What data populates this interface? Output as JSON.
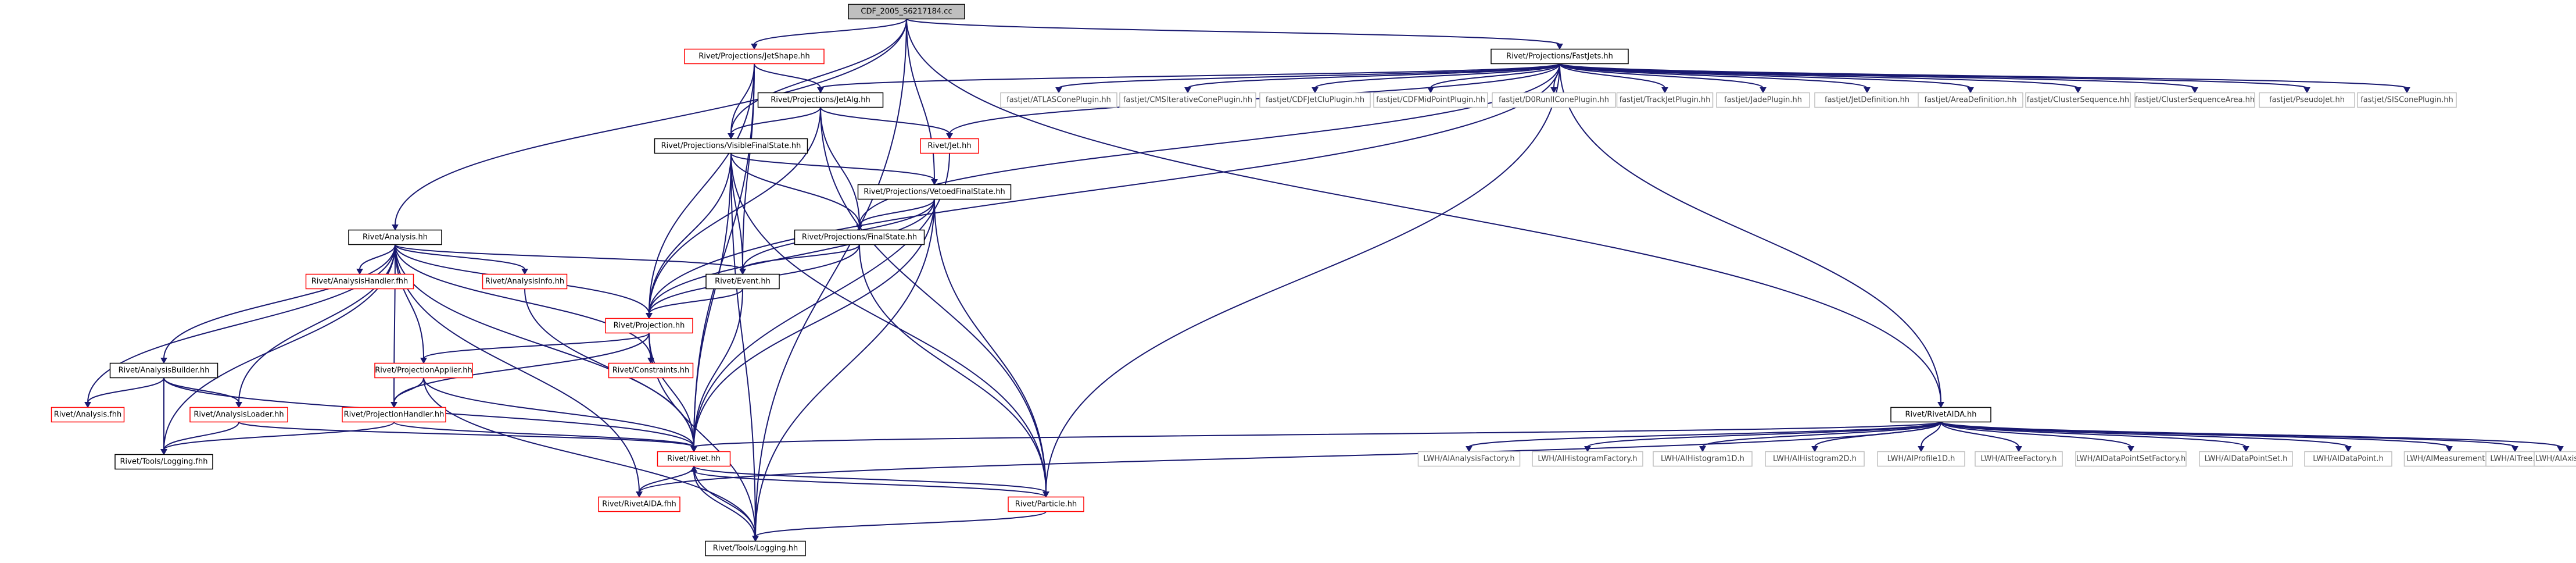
{
  "colors": {
    "edge": "#191970",
    "node_border_normal": "#000000",
    "node_border_red": "#ff0000",
    "node_border_grey": "#bfbfbf",
    "node_fill_root": "#bfbfbf",
    "node_fill": "#ffffff",
    "text_normal": "#000000",
    "text_grey": "#444444"
  },
  "nodes": [
    {
      "id": "root",
      "label": "CDF_2005_S6217184.cc",
      "style": "root"
    },
    {
      "id": "jetshape",
      "label": "Rivet/Projections/JetShape.hh",
      "style": "red"
    },
    {
      "id": "fastjets",
      "label": "Rivet/Projections/FastJets.hh",
      "style": "normal"
    },
    {
      "id": "jetalg",
      "label": "Rivet/Projections/JetAlg.hh",
      "style": "normal"
    },
    {
      "id": "atlas",
      "label": "fastjet/ATLASConePlugin.hh",
      "style": "grey"
    },
    {
      "id": "cmsit",
      "label": "fastjet/CMSIterativeConePlugin.hh",
      "style": "grey"
    },
    {
      "id": "cdfjetclu",
      "label": "fastjet/CDFJetCluPlugin.hh",
      "style": "grey"
    },
    {
      "id": "cdfmid",
      "label": "fastjet/CDFMidPointPlugin.hh",
      "style": "grey"
    },
    {
      "id": "d0run",
      "label": "fastjet/D0RunIIConePlugin.hh",
      "style": "grey"
    },
    {
      "id": "trackjet",
      "label": "fastjet/TrackJetPlugin.hh",
      "style": "grey"
    },
    {
      "id": "jade",
      "label": "fastjet/JadePlugin.hh",
      "style": "grey"
    },
    {
      "id": "jetdef",
      "label": "fastjet/JetDefinition.hh",
      "style": "grey"
    },
    {
      "id": "areadef",
      "label": "fastjet/AreaDefinition.hh",
      "style": "grey"
    },
    {
      "id": "clseq",
      "label": "fastjet/ClusterSequence.hh",
      "style": "grey"
    },
    {
      "id": "clseqarea",
      "label": "fastjet/ClusterSequenceArea.hh",
      "style": "grey"
    },
    {
      "id": "pseudojet",
      "label": "fastjet/PseudoJet.hh",
      "style": "grey"
    },
    {
      "id": "siscone",
      "label": "fastjet/SISConePlugin.hh",
      "style": "grey"
    },
    {
      "id": "visiblefs",
      "label": "Rivet/Projections/VisibleFinalState.hh",
      "style": "normal"
    },
    {
      "id": "jet",
      "label": "Rivet/Jet.hh",
      "style": "red"
    },
    {
      "id": "vetoedfs",
      "label": "Rivet/Projections/VetoedFinalState.hh",
      "style": "normal"
    },
    {
      "id": "analysis",
      "label": "Rivet/Analysis.hh",
      "style": "normal"
    },
    {
      "id": "finalstate",
      "label": "Rivet/Projections/FinalState.hh",
      "style": "normal"
    },
    {
      "id": "event",
      "label": "Rivet/Event.hh",
      "style": "normal"
    },
    {
      "id": "analysishandler",
      "label": "Rivet/AnalysisHandler.fhh",
      "style": "red"
    },
    {
      "id": "analysisinfo",
      "label": "Rivet/AnalysisInfo.hh",
      "style": "red"
    },
    {
      "id": "projection",
      "label": "Rivet/Projection.hh",
      "style": "red"
    },
    {
      "id": "constraints",
      "label": "Rivet/Constraints.hh",
      "style": "red"
    },
    {
      "id": "projapplier",
      "label": "Rivet/ProjectionApplier.hh",
      "style": "red"
    },
    {
      "id": "analysisbuilder",
      "label": "Rivet/AnalysisBuilder.hh",
      "style": "normal"
    },
    {
      "id": "analysisfhh",
      "label": "Rivet/Analysis.fhh",
      "style": "red"
    },
    {
      "id": "analysisloader",
      "label": "Rivet/AnalysisLoader.hh",
      "style": "red"
    },
    {
      "id": "projhandler",
      "label": "Rivet/ProjectionHandler.hh",
      "style": "red"
    },
    {
      "id": "toolslogfhh",
      "label": "Rivet/Tools/Logging.fhh",
      "style": "normal"
    },
    {
      "id": "rivethh",
      "label": "Rivet/Rivet.hh",
      "style": "red"
    },
    {
      "id": "rivetaidafhh",
      "label": "Rivet/RivetAIDA.fhh",
      "style": "red"
    },
    {
      "id": "particle",
      "label": "Rivet/Particle.hh",
      "style": "red"
    },
    {
      "id": "toolslog",
      "label": "Rivet/Tools/Logging.hh",
      "style": "normal"
    },
    {
      "id": "rivetaida",
      "label": "Rivet/RivetAIDA.hh",
      "style": "normal"
    },
    {
      "id": "lwh_af",
      "label": "LWH/AIAnalysisFactory.h",
      "style": "grey"
    },
    {
      "id": "lwh_hf",
      "label": "LWH/AIHistogramFactory.h",
      "style": "grey"
    },
    {
      "id": "lwh_h1",
      "label": "LWH/AIHistogram1D.h",
      "style": "grey"
    },
    {
      "id": "lwh_h2",
      "label": "LWH/AIHistogram2D.h",
      "style": "grey"
    },
    {
      "id": "lwh_p1",
      "label": "LWH/AIProfile1D.h",
      "style": "grey"
    },
    {
      "id": "lwh_tf",
      "label": "LWH/AITreeFactory.h",
      "style": "grey"
    },
    {
      "id": "lwh_dpsf",
      "label": "LWH/AIDataPointSetFactory.h",
      "style": "grey"
    },
    {
      "id": "lwh_dps",
      "label": "LWH/AIDataPointSet.h",
      "style": "grey"
    },
    {
      "id": "lwh_dp",
      "label": "LWH/AIDataPoint.h",
      "style": "grey"
    },
    {
      "id": "lwh_meas",
      "label": "LWH/AIMeasurement.h",
      "style": "grey"
    },
    {
      "id": "lwh_tree",
      "label": "LWH/AITree.h",
      "style": "grey"
    },
    {
      "id": "lwh_axis",
      "label": "LWH/AIAxis.h",
      "style": "grey"
    }
  ],
  "edges": [
    [
      "root",
      "jetshape"
    ],
    [
      "root",
      "fastjets"
    ],
    [
      "root",
      "analysis"
    ],
    [
      "root",
      "visiblefs"
    ],
    [
      "root",
      "vetoedfs"
    ],
    [
      "root",
      "rivetaida"
    ],
    [
      "root",
      "toolslog"
    ],
    [
      "jetshape",
      "jetalg"
    ],
    [
      "jetshape",
      "visiblefs"
    ],
    [
      "jetshape",
      "event"
    ],
    [
      "jetshape",
      "projection"
    ],
    [
      "jetshape",
      "rivethh"
    ],
    [
      "fastjets",
      "jetalg"
    ],
    [
      "fastjets",
      "atlas"
    ],
    [
      "fastjets",
      "cmsit"
    ],
    [
      "fastjets",
      "cdfjetclu"
    ],
    [
      "fastjets",
      "cdfmid"
    ],
    [
      "fastjets",
      "d0run"
    ],
    [
      "fastjets",
      "trackjet"
    ],
    [
      "fastjets",
      "jade"
    ],
    [
      "fastjets",
      "jetdef"
    ],
    [
      "fastjets",
      "areadef"
    ],
    [
      "fastjets",
      "clseq"
    ],
    [
      "fastjets",
      "clseqarea"
    ],
    [
      "fastjets",
      "pseudojet"
    ],
    [
      "fastjets",
      "siscone"
    ],
    [
      "fastjets",
      "jet"
    ],
    [
      "fastjets",
      "finalstate"
    ],
    [
      "fastjets",
      "projection"
    ],
    [
      "fastjets",
      "particle"
    ],
    [
      "fastjets",
      "rivetaida"
    ],
    [
      "jetalg",
      "visiblefs"
    ],
    [
      "jetalg",
      "jet"
    ],
    [
      "jetalg",
      "finalstate"
    ],
    [
      "jetalg",
      "projection"
    ],
    [
      "jetalg",
      "particle"
    ],
    [
      "visiblefs",
      "finalstate"
    ],
    [
      "visiblefs",
      "event"
    ],
    [
      "visiblefs",
      "projection"
    ],
    [
      "visiblefs",
      "rivethh"
    ],
    [
      "visiblefs",
      "particle"
    ],
    [
      "visiblefs",
      "toolslog"
    ],
    [
      "visiblefs",
      "vetoedfs"
    ],
    [
      "jet",
      "rivethh"
    ],
    [
      "vetoedfs",
      "finalstate"
    ],
    [
      "vetoedfs",
      "event"
    ],
    [
      "vetoedfs",
      "projection"
    ],
    [
      "vetoedfs",
      "rivethh"
    ],
    [
      "vetoedfs",
      "particle"
    ],
    [
      "vetoedfs",
      "toolslog"
    ],
    [
      "analysis",
      "event"
    ],
    [
      "analysis",
      "analysishandler"
    ],
    [
      "analysis",
      "analysisinfo"
    ],
    [
      "analysis",
      "projection"
    ],
    [
      "analysis",
      "constraints"
    ],
    [
      "analysis",
      "projapplier"
    ],
    [
      "analysis",
      "analysisbuilder"
    ],
    [
      "analysis",
      "analysisfhh"
    ],
    [
      "analysis",
      "analysisloader"
    ],
    [
      "analysis",
      "projhandler"
    ],
    [
      "analysis",
      "toolslogfhh"
    ],
    [
      "analysis",
      "rivethh"
    ],
    [
      "analysis",
      "rivetaidafhh"
    ],
    [
      "finalstate",
      "event"
    ],
    [
      "finalstate",
      "projection"
    ],
    [
      "finalstate",
      "particle"
    ],
    [
      "event",
      "projection"
    ],
    [
      "event",
      "rivethh"
    ],
    [
      "analysisinfo",
      "rivethh"
    ],
    [
      "projection",
      "constraints"
    ],
    [
      "projection",
      "projapplier"
    ],
    [
      "projection",
      "projhandler"
    ],
    [
      "projection",
      "rivethh"
    ],
    [
      "projection",
      "toolslog"
    ],
    [
      "projapplier",
      "projhandler"
    ],
    [
      "projapplier",
      "rivethh"
    ],
    [
      "projapplier",
      "toolslog"
    ],
    [
      "analysisbuilder",
      "analysisfhh"
    ],
    [
      "analysisbuilder",
      "analysisloader"
    ],
    [
      "analysisbuilder",
      "toolslogfhh"
    ],
    [
      "analysisbuilder",
      "rivethh"
    ],
    [
      "analysisloader",
      "toolslogfhh"
    ],
    [
      "analysisloader",
      "rivethh"
    ],
    [
      "projhandler",
      "toolslogfhh"
    ],
    [
      "projhandler",
      "rivethh"
    ],
    [
      "rivethh",
      "rivetaidafhh"
    ],
    [
      "rivethh",
      "particle"
    ],
    [
      "rivethh",
      "toolslog"
    ],
    [
      "particle",
      "rivethh"
    ],
    [
      "particle",
      "toolslog"
    ],
    [
      "toolslog",
      "rivethh"
    ],
    [
      "rivetaida",
      "rivethh"
    ],
    [
      "rivetaida",
      "rivetaidafhh"
    ],
    [
      "rivetaida",
      "lwh_af"
    ],
    [
      "rivetaida",
      "lwh_hf"
    ],
    [
      "rivetaida",
      "lwh_h1"
    ],
    [
      "rivetaida",
      "lwh_h2"
    ],
    [
      "rivetaida",
      "lwh_p1"
    ],
    [
      "rivetaida",
      "lwh_tf"
    ],
    [
      "rivetaida",
      "lwh_dpsf"
    ],
    [
      "rivetaida",
      "lwh_dps"
    ],
    [
      "rivetaida",
      "lwh_dp"
    ],
    [
      "rivetaida",
      "lwh_meas"
    ],
    [
      "rivetaida",
      "lwh_tree"
    ],
    [
      "rivetaida",
      "lwh_axis"
    ]
  ]
}
